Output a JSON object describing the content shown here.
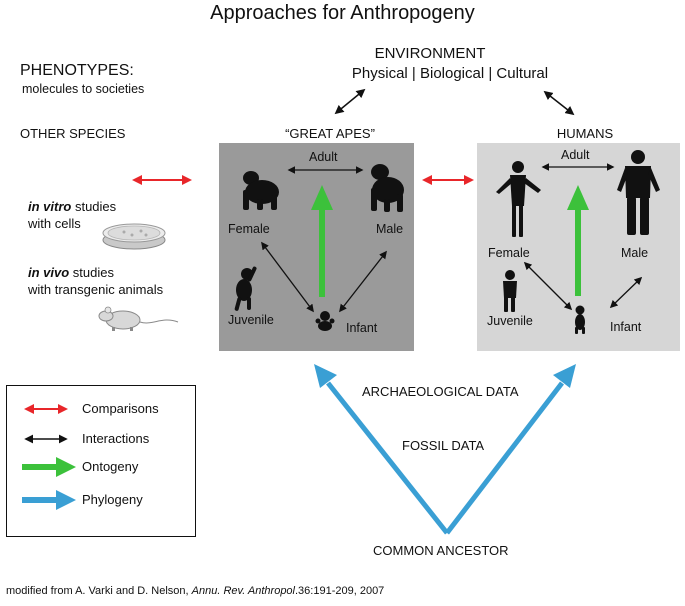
{
  "title": "Approaches for Anthropogeny",
  "environment": {
    "title": "ENVIRONMENT",
    "subtitle": "Physical | Biological | Cultural"
  },
  "phenotypes": {
    "title": "PHENOTYPES:",
    "subtitle": "molecules to societies"
  },
  "columns": {
    "other_species": "OTHER SPECIES",
    "great_apes": "“GREAT APES”",
    "humans": "HUMANS"
  },
  "life_stages": {
    "adult": "Adult",
    "female": "Female",
    "male": "Male",
    "juvenile": "Juvenile",
    "infant": "Infant"
  },
  "studies": {
    "in_vitro_em": "in vitro",
    "in_vitro_rest": " studies",
    "in_vitro_line2": "with cells",
    "in_vivo_em": "in vivo",
    "in_vivo_rest": " studies",
    "in_vivo_line2": "with transgenic animals"
  },
  "legend": {
    "comparisons": "Comparisons",
    "interactions": "Interactions",
    "ontogeny": "Ontogeny",
    "phylogeny": "Phylogeny"
  },
  "evidence": {
    "archaeological": "ARCHAEOLOGICAL DATA",
    "fossil": "FOSSIL DATA",
    "ancestor": "COMMON ANCESTOR"
  },
  "credit": {
    "prefix": "modified from A. Varki and D. Nelson, ",
    "journal": "Annu. Rev. Anthropol",
    "suffix": ".36:191-209, 2007"
  },
  "colors": {
    "comparison": "#e8262a",
    "interaction": "#111111",
    "ontogeny": "#3cc13b",
    "phylogeny": "#3a9fd4",
    "great_apes_panel": "#9a9a9a",
    "humans_panel": "#d6d6d6"
  }
}
